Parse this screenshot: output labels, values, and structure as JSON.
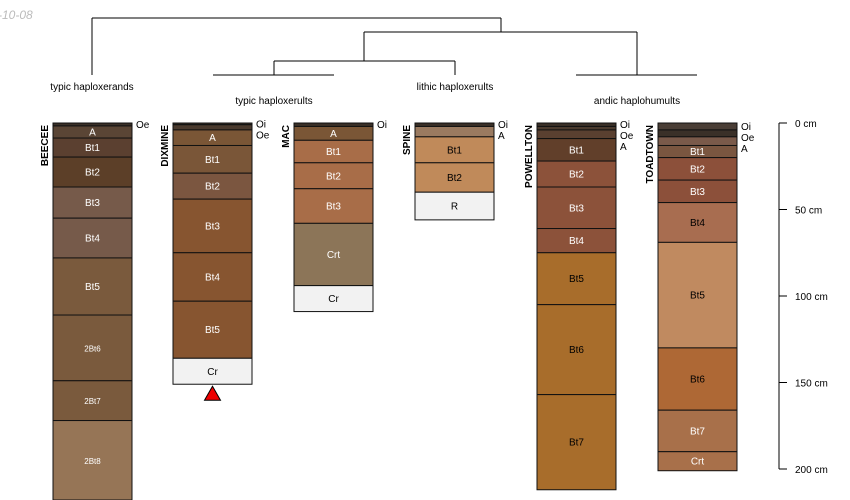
{
  "date_text": "-10-08",
  "depth_unit": "cm",
  "depth_ticks": [
    0,
    50,
    100,
    150,
    200
  ],
  "groups": [
    "typic haploxerands",
    "typic haploxerults",
    "lithic haploxerults",
    "andic haplohumults"
  ],
  "profiles": [
    {
      "id": "BEECEE",
      "horizons": [
        [
          "Oe",
          0,
          1.7,
          "#3a3028",
          "#fff"
        ],
        [
          "A",
          1.7,
          8.7,
          "#5a4535",
          "#fff"
        ],
        [
          "Bt1",
          8.7,
          19.7,
          "#5b4030",
          "#fff"
        ],
        [
          "Bt2",
          19.7,
          37,
          "#5c3f28",
          "#fff"
        ],
        [
          "Bt3",
          37,
          55,
          "#765a4a",
          "#fff"
        ],
        [
          "Bt4",
          55,
          78,
          "#765a4a",
          "#fff"
        ],
        [
          "Bt5",
          78,
          111,
          "#7a5a3d",
          "#fff"
        ],
        [
          "2Bt6",
          111,
          149,
          "#7a5a3d",
          "#fff"
        ],
        [
          "2Bt7",
          149,
          172,
          "#7a5a3d",
          "#fff"
        ],
        [
          "2Bt8",
          172,
          218,
          "#967556",
          "#fff"
        ]
      ]
    },
    {
      "id": "DIXMINE",
      "horizons": [
        [
          "Oi",
          0,
          1,
          "#3a3028",
          "#fff"
        ],
        [
          "Oe",
          1,
          4,
          "#4a3a2e",
          "#fff"
        ],
        [
          "A",
          4,
          13,
          "#7a5636",
          "#fff"
        ],
        [
          "Bt1",
          13,
          29,
          "#7a5638",
          "#fff"
        ],
        [
          "Bt2",
          29,
          44,
          "#7b5640",
          "#fff"
        ],
        [
          "Bt3",
          44,
          75,
          "#875530",
          "#fff"
        ],
        [
          "Bt4",
          75,
          103,
          "#875530",
          "#fff"
        ],
        [
          "Bt5",
          103,
          136,
          "#875530",
          "#fff"
        ],
        [
          "Cr",
          136,
          151,
          "#f2f2f2",
          "#000"
        ]
      ],
      "truncated": true
    },
    {
      "id": "MAC",
      "horizons": [
        [
          "Oi",
          0,
          2,
          "#3a3028",
          "#fff"
        ],
        [
          "A",
          2,
          10,
          "#7a5636",
          "#fff"
        ],
        [
          "Bt1",
          10,
          23,
          "#a86d48",
          "#fff"
        ],
        [
          "Bt2",
          23,
          38,
          "#a86d48",
          "#fff"
        ],
        [
          "Bt3",
          38,
          58,
          "#a86d48",
          "#fff"
        ],
        [
          "Crt",
          58,
          94,
          "#8c7558",
          "#fff"
        ],
        [
          "Cr",
          94,
          109,
          "#f2f2f2",
          "#000"
        ]
      ]
    },
    {
      "id": "SPINE",
      "horizons": [
        [
          "Oi",
          0,
          2,
          "#3a3028",
          "#fff"
        ],
        [
          "A",
          2,
          8,
          "#9a7a60",
          "#fff"
        ],
        [
          "Bt1",
          8,
          23,
          "#c08a5a",
          "#000"
        ],
        [
          "Bt2",
          23,
          40,
          "#c08a5a",
          "#000"
        ],
        [
          "R",
          40,
          56,
          "#f2f2f2",
          "#000"
        ]
      ]
    },
    {
      "id": "POWELLTON",
      "horizons": [
        [
          "Oi",
          0,
          2,
          "#3a3028",
          "#fff"
        ],
        [
          "Oe",
          2,
          4,
          "#4a3a2e",
          "#fff"
        ],
        [
          "A",
          4,
          9,
          "#5a4030",
          "#fff"
        ],
        [
          "Bt1",
          9,
          22,
          "#613f2a",
          "#fff"
        ],
        [
          "Bt2",
          22,
          37,
          "#8c523a",
          "#fff"
        ],
        [
          "Bt3",
          37,
          61,
          "#8c523a",
          "#fff"
        ],
        [
          "Bt4",
          61,
          75,
          "#8c523a",
          "#fff"
        ],
        [
          "Bt5",
          75,
          105,
          "#a86d2b",
          "#000"
        ],
        [
          "Bt6",
          105,
          157,
          "#a86d2b",
          "#000"
        ],
        [
          "Bt7",
          157,
          212,
          "#a86d2b",
          "#000"
        ]
      ]
    },
    {
      "id": "TOADTOWN",
      "horizons": [
        [
          "Oi",
          0,
          4,
          "#4a3e36",
          "#fff"
        ],
        [
          "Oe",
          4,
          8,
          "#3a3028",
          "#fff"
        ],
        [
          "A",
          8,
          13,
          "#7a5a4a",
          "#fff"
        ],
        [
          "Bt1",
          13,
          20,
          "#7a5640",
          "#fff"
        ],
        [
          "Bt2",
          20,
          33,
          "#8c503a",
          "#fff"
        ],
        [
          "Bt3",
          33,
          46,
          "#8c503a",
          "#fff"
        ],
        [
          "Bt4",
          46,
          69,
          "#a86d50",
          "#000"
        ],
        [
          "Bt5",
          69,
          130,
          "#c08a60",
          "#000"
        ],
        [
          "Bt6",
          130,
          166,
          "#ae6835",
          "#000"
        ],
        [
          "Bt7",
          166,
          190,
          "#a8704a",
          "#fff"
        ],
        [
          "Crt",
          190,
          201,
          "#a8704a",
          "#fff"
        ]
      ]
    }
  ]
}
